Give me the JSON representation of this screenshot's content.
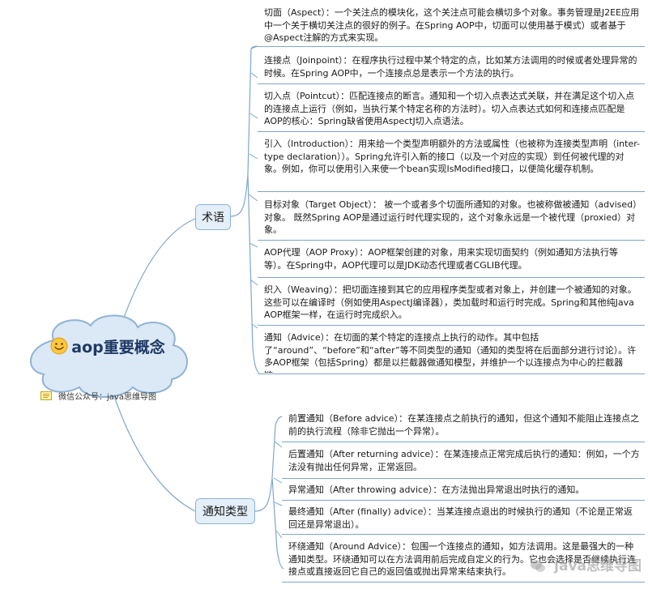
{
  "root": {
    "title": "aop重要概念",
    "note": "微信公众号：java思维导图"
  },
  "branches": [
    {
      "label": "术语",
      "items": [
        "切面（Aspect）：一个关注点的模块化，这个关注点可能会横切多个对象。事务管理是J2EE应用中一个关于横切关注点的很好的例子。在Spring AOP中，切面可以使用基于模式）或者基于@Aspect注解的方式来实现。",
        "连接点（Joinpoint）：在程序执行过程中某个特定的点，比如某方法调用的时候或者处理异常的时候。在Spring AOP中，一个连接点总是表示一个方法的执行。",
        "切入点（Pointcut）：匹配连接点的断言。通知和一个切入点表达式关联，并在满足这个切入点的连接点上运行（例如，当执行某个特定名称的方法时）。切入点表达式如何和连接点匹配是AOP的核心：Spring缺省使用AspectJ切入点语法。",
        "引入（Introduction）：用来给一个类型声明额外的方法或属性（也被称为连接类型声明（inter-type declaration））。Spring允许引入新的接口（以及一个对应的实现）到任何被代理的对象。例如，你可以使用引入来使一个bean实现IsModified接口，以便简化缓存机制。",
        "目标对象（Target Object）： 被一个或者多个切面所通知的对象。也被称做被通知（advised）对象。 既然Spring AOP是通过运行时代理实现的，这个对象永远是一个被代理（proxied）对象。",
        "AOP代理（AOP Proxy）：AOP框架创建的对象，用来实现切面契约（例如通知方法执行等等）。在Spring中，AOP代理可以是JDK动态代理或者CGLIB代理。",
        "织入（Weaving）：把切面连接到其它的应用程序类型或者对象上，并创建一个被通知的对象。这些可以在编译时（例如使用AspectJ编译器），类加载时和运行时完成。Spring和其他纯Java AOP框架一样，在运行时完成织入。",
        "通知（Advice）：在切面的某个特定的连接点上执行的动作。其中包括了“around”、“before”和“after”等不同类型的通知（通知的类型将在后面部分进行讨论）。许多AOP框架（包括Spring）都是以拦截器做通知模型，并维护一个以连接点为中心的拦截器链。"
      ]
    },
    {
      "label": "通知类型",
      "items": [
        "前置通知（Before advice）：在某连接点之前执行的通知，但这个通知不能阻止连接点之前的执行流程（除非它抛出一个异常）。",
        "后置通知（After returning advice）：在某连接点正常完成后执行的通知：例如，一个方法没有抛出任何异常，正常返回。",
        "异常通知（After throwing advice）：在方法抛出异常退出时执行的通知。",
        "最终通知（After (finally) advice）：当某连接点退出的时候执行的通知（不论是正常返回还是异常退出）。",
        "环绕通知（Around Advice）：包围一个连接点的通知，如方法调用。这是最强大的一种通知类型。环绕通知可以在方法调用前后完成自定义的行为。它也会选择是否继续执行连接点或直接返回它自己的返回值或抛出异常来结束执行。"
      ]
    }
  ],
  "watermark": "java思维导图",
  "colors": {
    "line": "#7fa6cc",
    "branch_fill": "#e4eff9",
    "cloud_fill": "#dbe9f6",
    "cloud_stroke": "#8fb3d6",
    "title": "#1f3864"
  }
}
